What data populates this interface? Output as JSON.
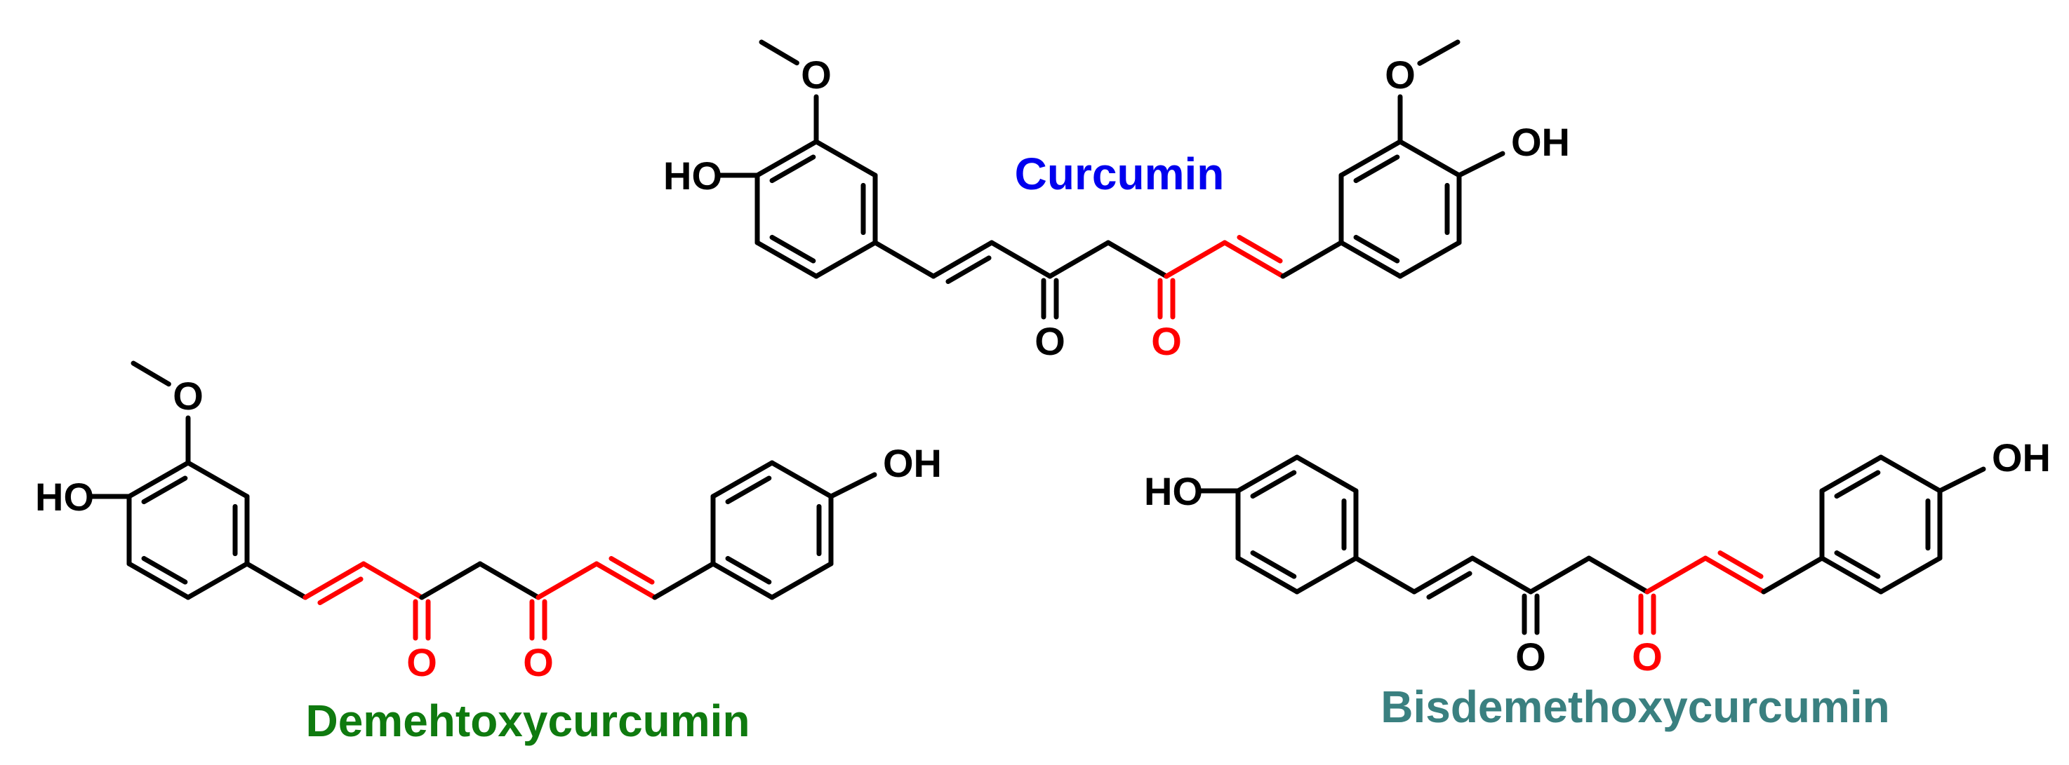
{
  "colors": {
    "bond": "#000000",
    "highlight": "#ff0000",
    "curcumin_title": "#0000ee",
    "demethoxy_title": "#0f7a0f",
    "bisdemethoxy_title": "#3a8080"
  },
  "atoms": {
    "oxygen": "O",
    "hydroxyl_left": "HO",
    "hydroxyl_right": "OH"
  },
  "molecules": [
    {
      "id": "curcumin",
      "name": "Curcumin",
      "color_key": "curcumin_title",
      "left_methoxy": true,
      "right_methoxy": true,
      "highlight_right": true,
      "highlight_left": false
    },
    {
      "id": "demethoxy",
      "name": "Demehtoxycurcumin",
      "color_key": "demethoxy_title",
      "left_methoxy": true,
      "right_methoxy": false,
      "highlight_right": true,
      "highlight_left": true
    },
    {
      "id": "bisdemethoxy",
      "name": "Bisdemethoxycurcumin",
      "color_key": "bisdemethoxy_title",
      "left_methoxy": false,
      "right_methoxy": false,
      "highlight_right": true,
      "highlight_left": false
    }
  ]
}
